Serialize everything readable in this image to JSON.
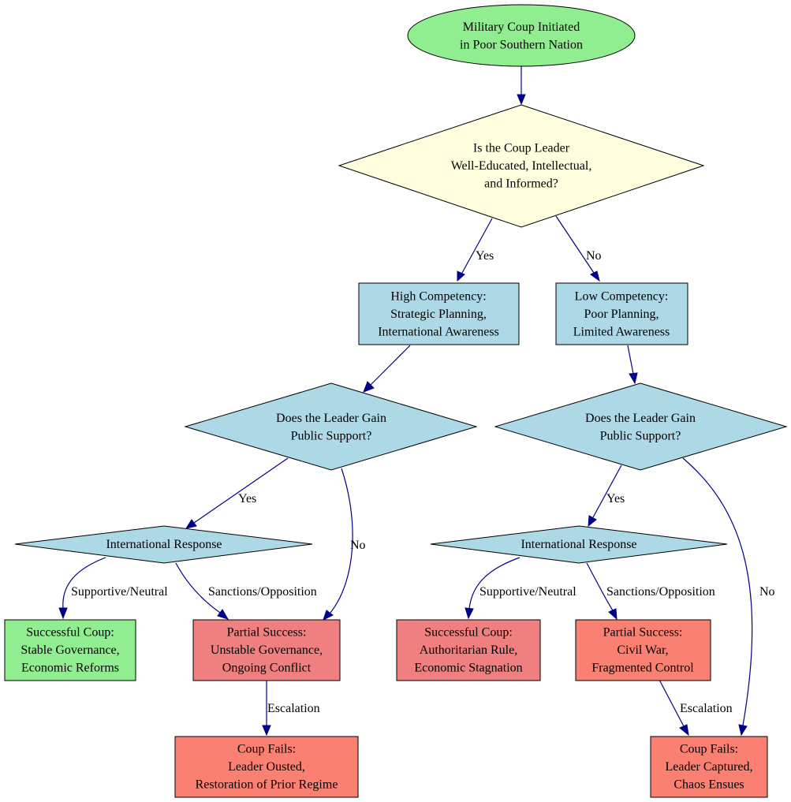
{
  "colors": {
    "start": "#90ee90",
    "main_decision": "#ffffe0",
    "decision": "#add8e6",
    "process": "#add8e6",
    "success_good": "#90ee90",
    "partial": "#f08080",
    "fail": "#fa8072",
    "edge": "#00008b"
  },
  "nodes": {
    "start": {
      "lines": [
        "Military Coup Initiated",
        "in Poor Southern Nation"
      ]
    },
    "leader_q": {
      "lines": [
        "Is the Coup Leader",
        "Well-Educated, Intellectual,",
        "and Informed?"
      ]
    },
    "high": {
      "lines": [
        "High Competency:",
        "Strategic Planning,",
        "International Awareness"
      ]
    },
    "low": {
      "lines": [
        "Low Competency:",
        "Poor Planning,",
        "Limited Awareness"
      ]
    },
    "support_l": {
      "lines": [
        "Does the Leader Gain",
        "Public Support?"
      ]
    },
    "support_r": {
      "lines": [
        "Does the Leader Gain",
        "Public Support?"
      ]
    },
    "intl_l": {
      "lines": [
        "International Response"
      ]
    },
    "intl_r": {
      "lines": [
        "International Response"
      ]
    },
    "succ_l": {
      "lines": [
        "Successful Coup:",
        "Stable Governance,",
        "Economic Reforms"
      ]
    },
    "partial_l": {
      "lines": [
        "Partial Success:",
        "Unstable Governance,",
        "Ongoing Conflict"
      ]
    },
    "succ_r": {
      "lines": [
        "Successful Coup:",
        "Authoritarian Rule,",
        "Economic Stagnation"
      ]
    },
    "partial_r": {
      "lines": [
        "Partial Success:",
        "Civil War,",
        "Fragmented Control"
      ]
    },
    "fail_l": {
      "lines": [
        "Coup Fails:",
        "Leader Ousted,",
        "Restoration of Prior Regime"
      ]
    },
    "fail_r": {
      "lines": [
        "Coup Fails:",
        "Leader Captured,",
        "Chaos Ensues"
      ]
    }
  },
  "edge_labels": {
    "q_yes": "Yes",
    "q_no": "No",
    "sl_yes": "Yes",
    "sl_no": "No",
    "sr_yes": "Yes",
    "sr_no": "No",
    "il_support": "Supportive/Neutral",
    "il_sanctions": "Sanctions/Opposition",
    "ir_support": "Supportive/Neutral",
    "ir_sanctions": "Sanctions/Opposition",
    "pl_escalation": "Escalation",
    "pr_escalation": "Escalation"
  }
}
